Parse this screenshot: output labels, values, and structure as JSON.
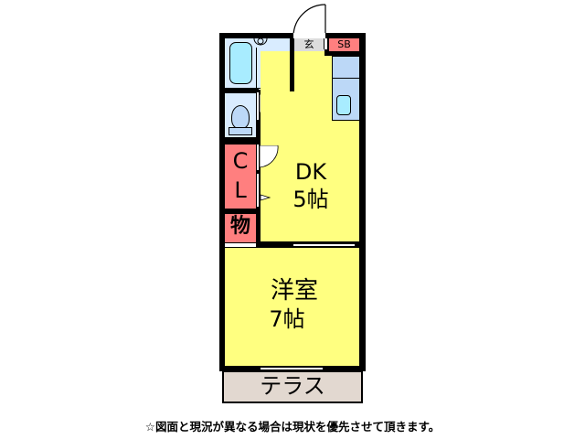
{
  "floorplan": {
    "rooms": {
      "dk": {
        "name": "DK",
        "size": "5帖"
      },
      "western_room": {
        "name": "洋室",
        "size": "7帖"
      },
      "closet": {
        "label_c": "C",
        "label_l": "L"
      },
      "storage": {
        "label": "物"
      },
      "entrance": {
        "label": "玄"
      },
      "shoe_box": {
        "label": "SB"
      },
      "terrace": {
        "label": "テラス"
      }
    },
    "colors": {
      "room": "#ffff80",
      "wet_area": "#d9ecff",
      "closet": "#ff7f7f",
      "terrace": "#e2d8d0",
      "entrance": "#dcdcdc",
      "wall": "#000000"
    }
  },
  "footer": {
    "note": "☆図面と現況が異なる場合は現状を優先させて頂きます。"
  }
}
